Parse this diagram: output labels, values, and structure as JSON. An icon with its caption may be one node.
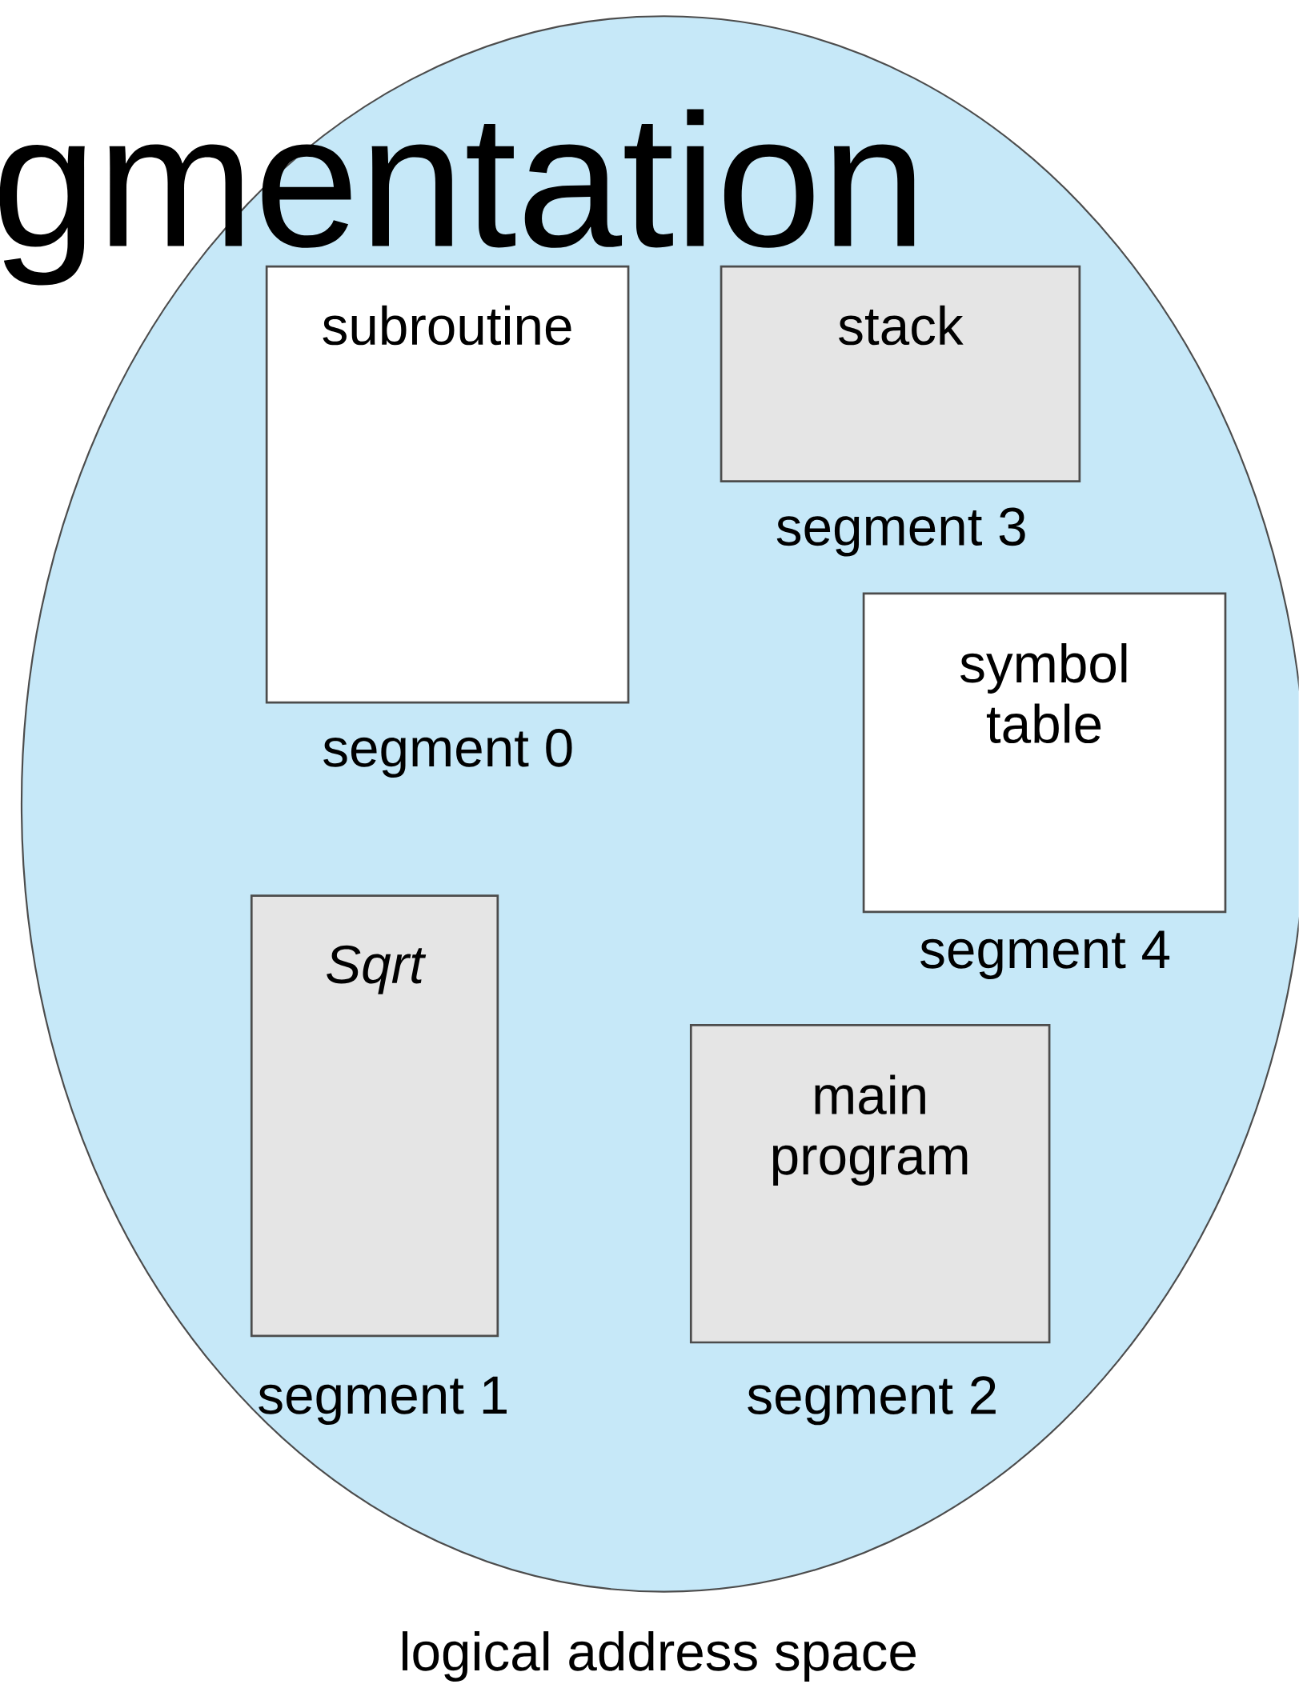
{
  "diagram": {
    "title": "gmentation",
    "nodes": [
      {
        "text": [],
        "shape": "ellipse",
        "beside": [
          "logical address space"
        ]
      },
      {
        "text": [
          "subroutine"
        ],
        "in": 0,
        "beside": [
          "segment 0"
        ]
      },
      {
        "text": [
          "stack"
        ],
        "in": 0,
        "beside": [
          "segment 3"
        ]
      },
      {
        "text": [
          "symbol table"
        ],
        "in": 0,
        "beside": [
          "segment 4"
        ]
      },
      {
        "text": [
          "Sqrt"
        ],
        "in": 0,
        "beside": [
          "segment 1"
        ]
      },
      {
        "text": [
          "main program"
        ],
        "in": 0,
        "beside": [
          "segment 2"
        ]
      }
    ],
    "edges": []
  }
}
